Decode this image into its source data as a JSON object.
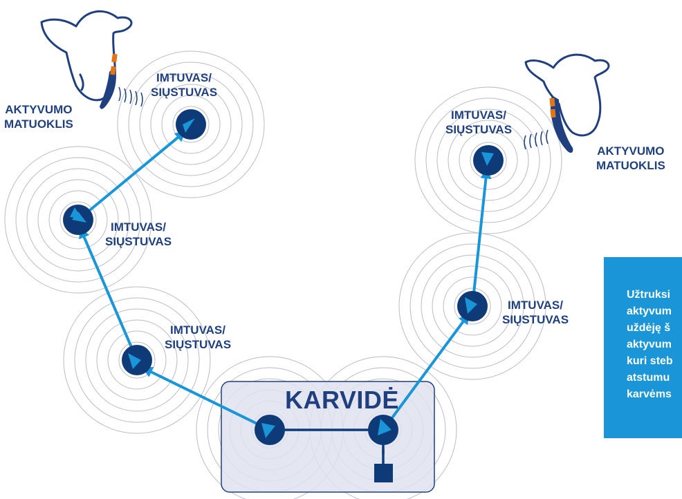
{
  "labels": {
    "receiver": {
      "line1": "IMTUVAS/",
      "line2": "SIŲSTUVAS"
    },
    "sensor": {
      "line1": "AKTYVUMO",
      "line2": "MATUOKLIS"
    },
    "barn": "KARVIDĖ"
  },
  "info_box": {
    "lines": [
      "Užtruksi",
      "aktyvum",
      "uždėję š",
      "aktyvum",
      "kuri steb",
      "atstumu",
      "karvėms"
    ]
  },
  "colors": {
    "node": "#0f3a78",
    "arrow": "#1a96d8",
    "rings": "#b9bcc7",
    "barn_fill": "#dfe2ee",
    "barn_border": "#1f3f7f",
    "tag": "#e0751a",
    "info_bg": "#1a96d8"
  }
}
